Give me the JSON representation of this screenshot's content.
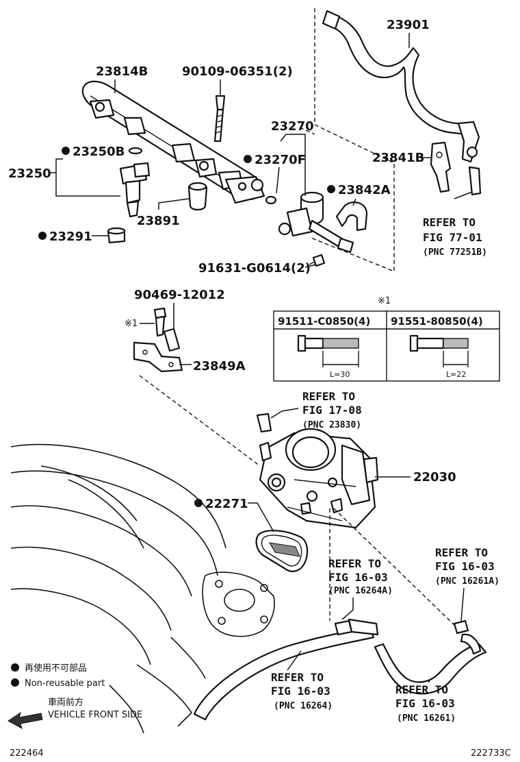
{
  "parts": {
    "p23901": "23901",
    "p23814b": "23814B",
    "p90109": "90109-06351(2)",
    "p23270": "23270",
    "p23250b": "23250B",
    "p23270f": "23270F",
    "p23250": "23250",
    "p23841b": "23841B",
    "p23842a": "23842A",
    "p23891": "23891",
    "p23291": "23291",
    "p91631": "91631-G0614(2)",
    "p90469": "90469-12012",
    "p23849a": "23849A",
    "p22030": "22030",
    "p22271": "22271"
  },
  "refs": {
    "fig7701": {
      "line1": "REFER TO",
      "line2": "FIG 77-01",
      "pnc": "(PNC 77251B)"
    },
    "fig1708": {
      "line1": "REFER TO",
      "line2": "FIG 17-08",
      "pnc": "(PNC 23830)"
    },
    "fig1603a": {
      "line1": "REFER TO",
      "line2": "FIG 16-03",
      "pnc": "(PNC 16264A)"
    },
    "fig1603b": {
      "line1": "REFER TO",
      "line2": "FIG 16-03",
      "pnc": "(PNC 16261A)"
    },
    "fig1603c": {
      "line1": "REFER TO",
      "line2": "FIG 16-03",
      "pnc": "(PNC 16264)"
    },
    "fig1603d": {
      "line1": "REFER TO",
      "line2": "FIG 16-03",
      "pnc": "(PNC 16261)"
    }
  },
  "bolt_table": {
    "marker": "※1",
    "row_marker": "※1",
    "col1": {
      "part": "91511-C0850(4)",
      "length": "L=30"
    },
    "col2": {
      "part": "91551-80850(4)",
      "length": "L=22"
    }
  },
  "legend": {
    "jp_nonreusable": "再使用不可部品",
    "en_nonreusable": "Non-reusable part",
    "jp_front": "車両前方",
    "en_front": "VEHICLE FRONT SIDE"
  },
  "codes": {
    "left": "222464",
    "right": "222733C"
  }
}
